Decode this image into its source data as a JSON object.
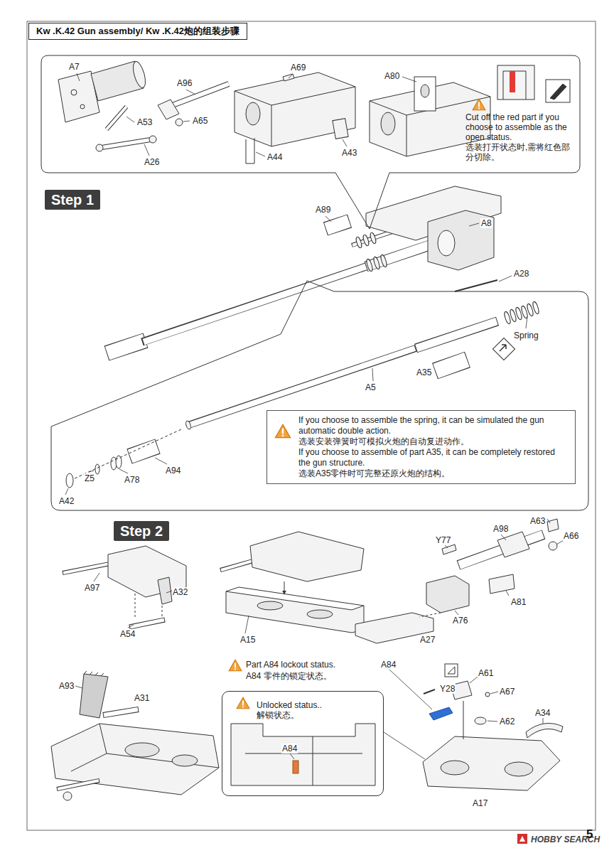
{
  "diagram": {
    "title": "Kw .K.42 Gun assembly/ Kw .K.42炮的组装步骤",
    "nodes": [
      {
        "text": [
          "Cut off the red part if you choose to assemble as the open status.",
          "选装打开状态时,需将红色部分切除。"
        ]
      },
      {
        "text": [
          "Step 1"
        ]
      },
      {
        "text": [
          "If you choose to assemble the spring, it can be simulated the gun automatic double action.",
          "选装安装弹簧时可模拟火炮的自动复进动作。",
          "If you choose to assemble of part A35, it can be completely restored the gun structure.",
          "选装A35零件时可完整还原火炮的结构。"
        ]
      },
      {
        "text": [
          "Step 2"
        ]
      },
      {
        "text": [
          "Unlocked status..",
          "解锁状态。"
        ]
      }
    ],
    "labels": [
      "A7",
      "A69",
      "A80",
      "A96",
      "A53",
      "A65",
      "A26",
      "A44",
      "A43",
      "A89",
      "A8",
      "A28",
      "Spring",
      "A35",
      "A5",
      "A94",
      "A78",
      "Z5",
      "A42",
      "A63",
      "A97",
      "A32",
      "A98",
      "A66",
      "Y77",
      "A54",
      "A15",
      "A81",
      "A76",
      "A27",
      "Part A84 lockout status.",
      "A84 零件的锁定状态。",
      "A84",
      "Y28",
      "A61",
      "A67",
      "A93",
      "A31",
      "A62",
      "A34",
      "A17",
      "A84",
      "HOBBY SEARCH",
      "5"
    ]
  }
}
